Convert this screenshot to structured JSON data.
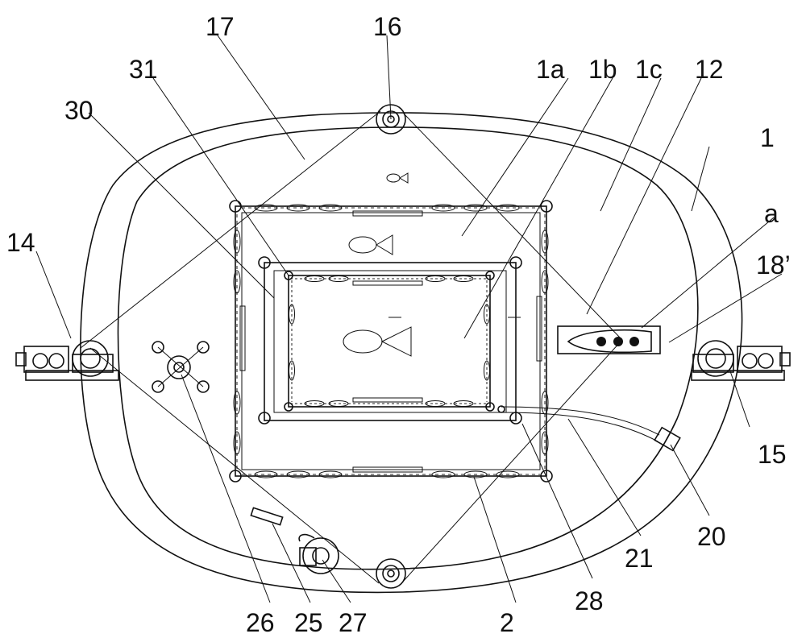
{
  "labels": {
    "l1": "1",
    "l1a": "1a",
    "l1b": "1b",
    "l1c": "1c",
    "l2": "2",
    "l12": "12",
    "l14": "14",
    "l15": "15",
    "l16": "16",
    "l17": "17",
    "l18p": "18’",
    "l20": "20",
    "l21": "21",
    "l25": "25",
    "l26": "26",
    "l27": "27",
    "l28": "28",
    "l30": "30",
    "l31": "31",
    "la": "a"
  },
  "colors": {
    "stroke": "#111111",
    "background": "#ffffff",
    "fill_dark": "#111111"
  }
}
